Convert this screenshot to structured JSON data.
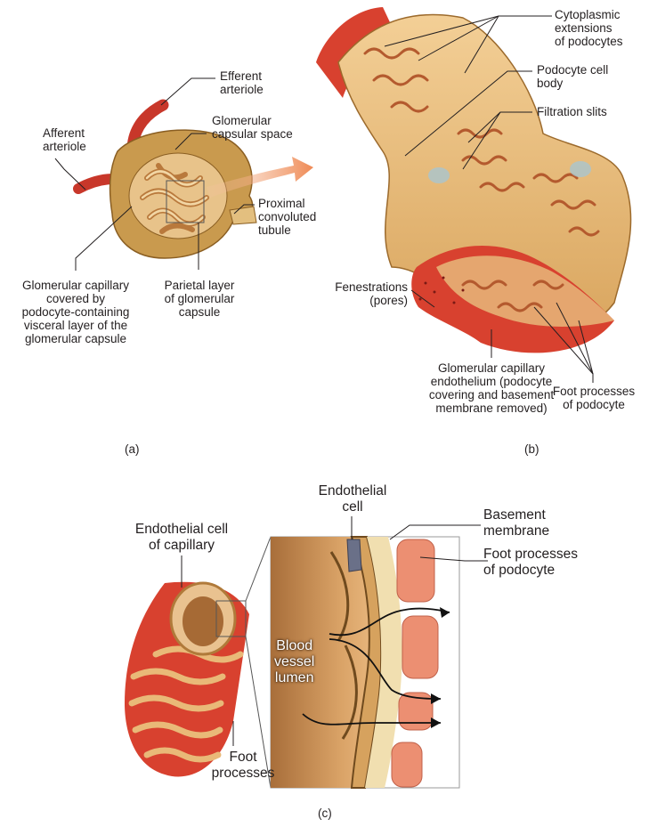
{
  "panel_a": {
    "letter": "(a)",
    "labels": {
      "efferent_arteriole": "Efferent\narteriole",
      "afferent_arteriole": "Afferent\narteriole",
      "glomerular_capsular_space": "Glomerular\ncapsular space",
      "proximal_convoluted_tubule": "Proximal\nconvoluted\ntubule",
      "glomerular_capillary": "Glomerular capillary\ncovered by\npodocyte-containing\nvisceral layer of the\nglomerular capsule",
      "parietal_layer": "Parietal layer\nof glomerular\ncapsule"
    }
  },
  "panel_b": {
    "letter": "(b)",
    "labels": {
      "cytoplasmic_extensions": "Cytoplasmic\nextensions\nof podocytes",
      "podocyte_cell_body": "Podocyte cell\nbody",
      "filtration_slits": "Filtration slits",
      "fenestrations": "Fenestrations\n(pores)",
      "capillary_endothelium": "Glomerular capillary\nendothelium (podocyte\ncovering and basement\nmembrane removed)",
      "foot_processes": "Foot processes\nof podocyte"
    }
  },
  "panel_c": {
    "letter": "(c)",
    "labels": {
      "endothelial_cell": "Endothelial\ncell",
      "endothelial_cell_capillary": "Endothelial cell\nof capillary",
      "basement_membrane": "Basement\nmembrane",
      "foot_processes_podocyte": "Foot processes\nof podocyte",
      "blood_vessel_lumen": "Blood\nvessel\nlumen",
      "foot_processes": "Foot\nprocesses"
    }
  },
  "colors": {
    "vessel_red": "#d8412f",
    "tissue_tan": "#e9b978",
    "capsule_gold": "#c99a4e",
    "foot_process_salmon": "#ec8f72",
    "outline_brown": "#7a4b1e",
    "leader_line": "#231f20"
  }
}
